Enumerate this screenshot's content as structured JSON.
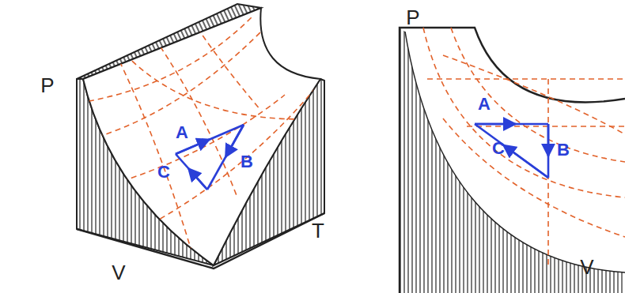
{
  "diagram": {
    "labels": [
      "P",
      "A",
      "C",
      "B",
      "V",
      "T",
      "P",
      "A",
      "B",
      "C",
      "V"
    ]
  }
}
